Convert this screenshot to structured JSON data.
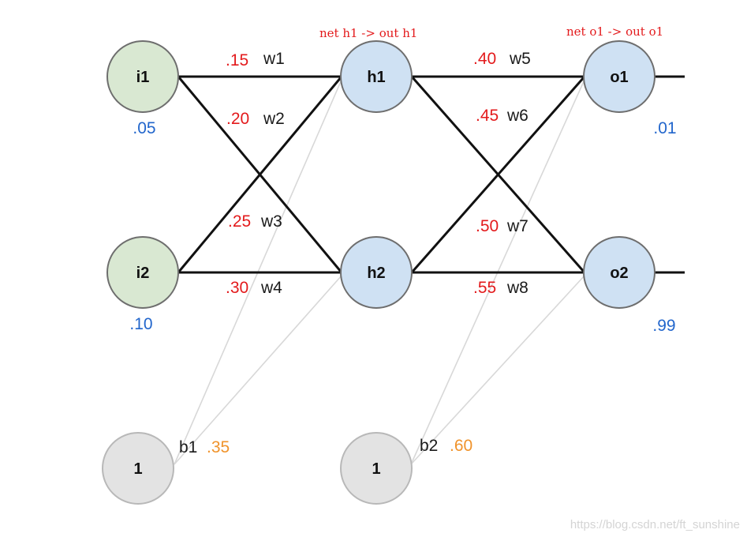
{
  "colors": {
    "input_fill": "#d9e8d2",
    "hidden_fill": "#cfe1f3",
    "bias_fill": "#e3e3e3",
    "node_stroke": "#6e6e6e",
    "bias_stroke": "#b8b8b8",
    "edge": "#111111",
    "bias_edge": "#d8d8d8",
    "weight_value": "#e31a1c",
    "io_value": "#2266cc",
    "bias_value": "#f0932b",
    "annotation": "#e31a1c",
    "watermark": "#d4d4d4"
  },
  "nodes": {
    "i1": {
      "label": "i1",
      "value": ".05"
    },
    "i2": {
      "label": "i2",
      "value": ".10"
    },
    "h1": {
      "label": "h1"
    },
    "h2": {
      "label": "h2"
    },
    "o1": {
      "label": "o1",
      "value": ".01"
    },
    "o2": {
      "label": "o2",
      "value": ".99"
    },
    "b1": {
      "label": "1",
      "name": "b1",
      "value": ".35"
    },
    "b2": {
      "label": "1",
      "name": "b2",
      "value": ".60"
    }
  },
  "weights": {
    "w1": {
      "value": ".15",
      "name": "w1"
    },
    "w2": {
      "value": ".20",
      "name": "w2"
    },
    "w3": {
      "value": ".25",
      "name": "w3"
    },
    "w4": {
      "value": ".30",
      "name": "w4"
    },
    "w5": {
      "value": ".40",
      "name": "w5"
    },
    "w6": {
      "value": ".45",
      "name": "w6"
    },
    "w7": {
      "value": ".50",
      "name": "w7"
    },
    "w8": {
      "value": ".55",
      "name": "w8"
    }
  },
  "annotations": {
    "h1": "net h1 -> out h1",
    "o1": "net o1 -> out o1"
  },
  "watermark": "https://blog.csdn.net/ft_sunshine"
}
